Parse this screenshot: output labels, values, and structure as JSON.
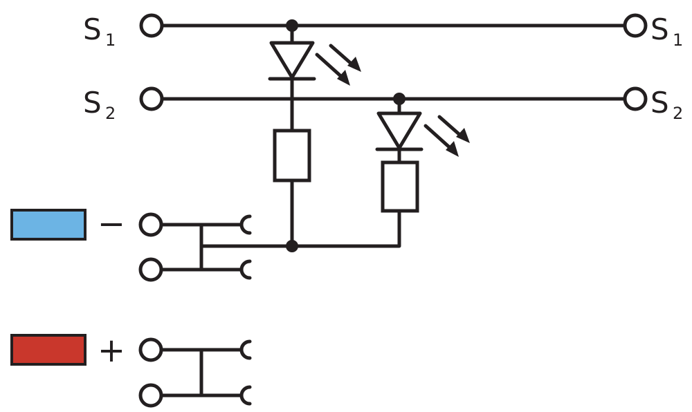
{
  "terminals": {
    "s1_left": {
      "letter": "S",
      "index": "1"
    },
    "s2_left": {
      "letter": "S",
      "index": "2"
    },
    "s1_right": {
      "letter": "S",
      "index": "1"
    },
    "s2_right": {
      "letter": "S",
      "index": "2"
    }
  },
  "polarity": {
    "negative": {
      "sign": "−",
      "color": "#6cb4e4"
    },
    "positive": {
      "sign": "+",
      "color": "#c9372c"
    }
  },
  "colors": {
    "line": "#231f20",
    "background": "#ffffff"
  },
  "components": {
    "leds": [
      "led-1",
      "led-2"
    ],
    "resistors": [
      "resistor-1",
      "resistor-2"
    ]
  }
}
